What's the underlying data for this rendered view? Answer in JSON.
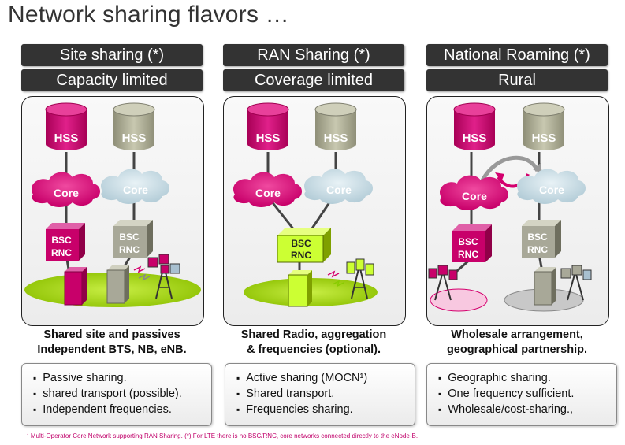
{
  "title": "Network sharing flavors …",
  "columns": [
    {
      "header1": "Site sharing (*)",
      "header2": "Capacity limited",
      "hss_left": "HSS",
      "hss_right": "HSS",
      "core_left": "Core",
      "core_right": "Core",
      "bsc_left": [
        "BSC",
        "RNC"
      ],
      "bsc_right": [
        "BSC",
        "RNC"
      ],
      "caption": [
        "Shared site and passives",
        "Independent BTS, NB, eNB."
      ],
      "bullets": [
        "Passive sharing.",
        "shared transport (possible).",
        "Independent frequencies."
      ]
    },
    {
      "header1": "RAN Sharing (*)",
      "header2": "Coverage limited",
      "hss_left": "HSS",
      "hss_right": "HSS",
      "core_left": "Core",
      "core_right": "Core",
      "bsc_shared": [
        "BSC",
        "RNC"
      ],
      "caption": [
        "Shared Radio, aggregation",
        "& frequencies (optional)."
      ],
      "bullets": [
        "Active sharing (MOCN¹)",
        "Shared transport.",
        "Frequencies sharing."
      ]
    },
    {
      "header1": "National Roaming (*)",
      "header2": "Rural",
      "hss_left": "HSS",
      "hss_right": "HSS",
      "core_left": "Core",
      "core_right": "Core",
      "bsc_left": [
        "BSC",
        "RNC"
      ],
      "bsc_right": [
        "BSC",
        "RNC"
      ],
      "caption": [
        "Wholesale arrangement,",
        "geographical partnership."
      ],
      "bullets": [
        "Geographic sharing.",
        "One frequency sufficient.",
        "Wholesale/cost-sharing.,"
      ]
    }
  ],
  "footnote": "¹ Multi-Operator Core Network supporting RAN Sharing. (*) For LTE there is no BSC/RNC, core networks connected directly to the eNode-B.",
  "colors": {
    "magenta": "#d4006e",
    "grey_olive": "#b8b8a0",
    "light_blue": "#c8dce6",
    "lime": "#ccff33",
    "green_ground": "#99cc00",
    "header_bg": "#333333"
  }
}
